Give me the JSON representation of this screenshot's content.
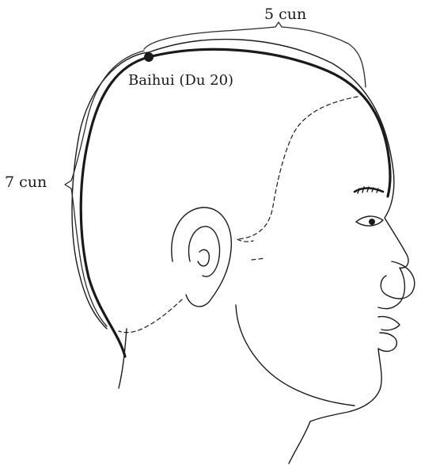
{
  "figure": {
    "labels": {
      "top_measure": "5 cun",
      "side_measure": "7 cun",
      "point_name": "Baihui (Du 20)"
    },
    "colors": {
      "ink": "#1a1a1a",
      "background": "#ffffff"
    },
    "point_marker": "filled-dot"
  }
}
